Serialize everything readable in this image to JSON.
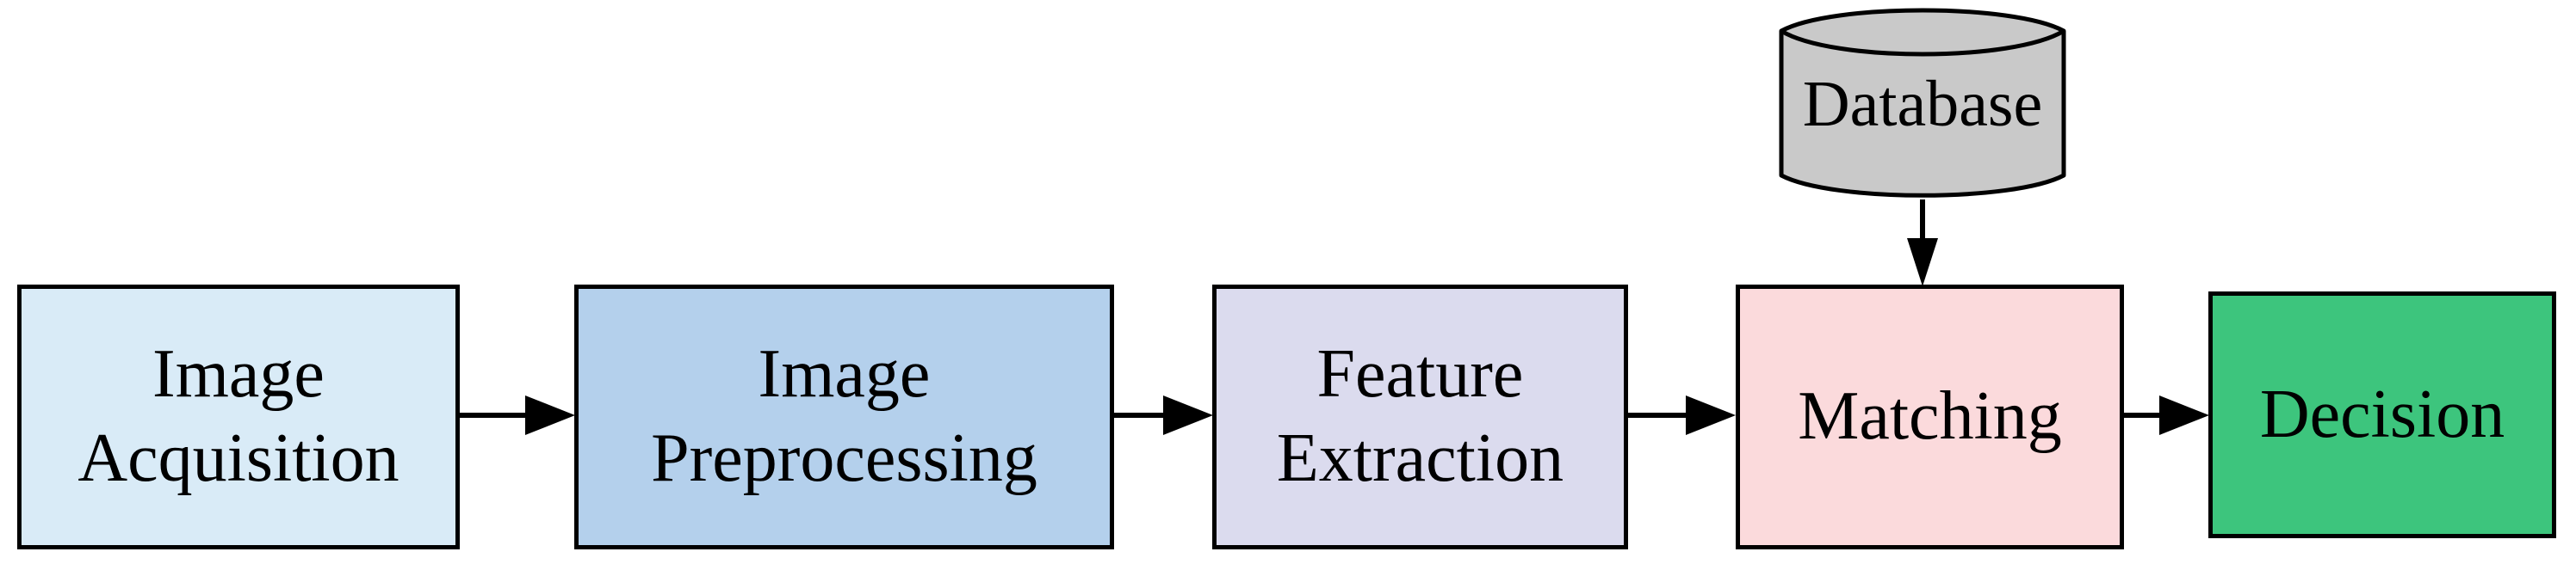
{
  "diagram": {
    "nodes": [
      {
        "id": "image-acquisition",
        "lines": [
          "Image",
          "Acquisition"
        ],
        "color": "#d9ebf7"
      },
      {
        "id": "image-preprocessing",
        "lines": [
          "Image",
          "Preprocessing"
        ],
        "color": "#b4d0ec"
      },
      {
        "id": "feature-extraction",
        "lines": [
          "Feature",
          "Extraction"
        ],
        "color": "#dbdbee"
      },
      {
        "id": "matching",
        "lines": [
          "Matching"
        ],
        "color": "#fbdadc"
      },
      {
        "id": "decision",
        "lines": [
          "Decision"
        ],
        "color": "#3dc57d"
      }
    ],
    "database": {
      "label": "Database",
      "color": "#c9c9c9"
    },
    "stroke_color": "#000000",
    "background_color": "#ffffff"
  }
}
